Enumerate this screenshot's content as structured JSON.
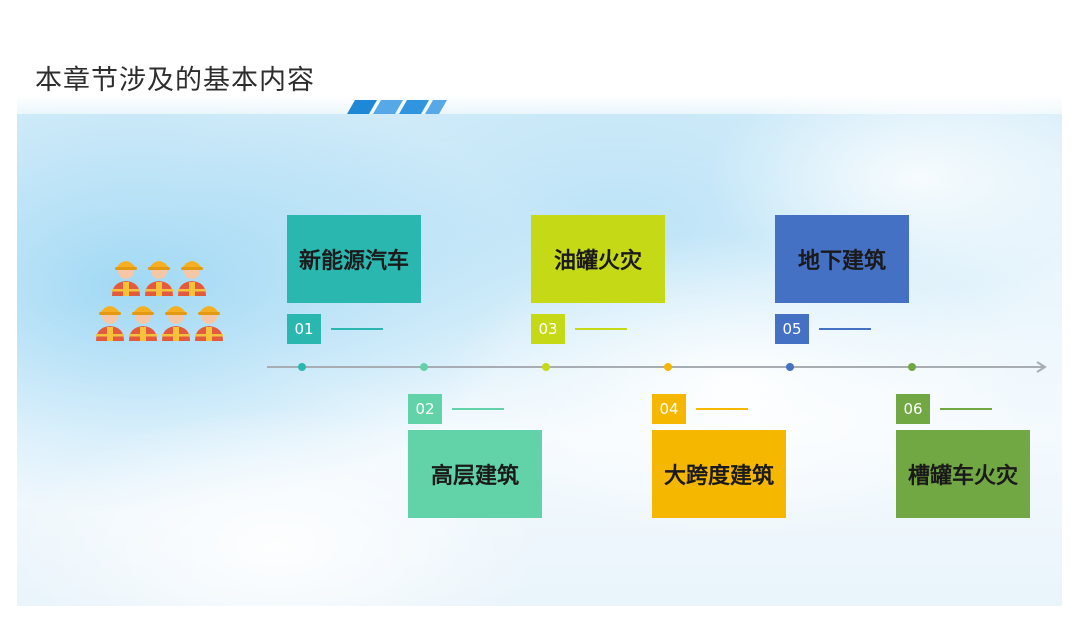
{
  "title": "本章节涉及的基本内容",
  "colors": {
    "accent_blue": "#1e88d6",
    "axis": "#a8adb3"
  },
  "icons": [
    "firefighter-group-icon"
  ],
  "items": [
    {
      "num": "01",
      "label": "新能源汽车",
      "color": "#2ab7b0"
    },
    {
      "num": "02",
      "label": "高层建筑",
      "color": "#62d3a8"
    },
    {
      "num": "03",
      "label": "油罐火灾",
      "color": "#c5d917"
    },
    {
      "num": "04",
      "label": "大跨度建筑",
      "color": "#f5b700"
    },
    {
      "num": "05",
      "label": "地下建筑",
      "color": "#4571c4"
    },
    {
      "num": "06",
      "label": "槽罐车火灾",
      "color": "#71a844"
    }
  ]
}
